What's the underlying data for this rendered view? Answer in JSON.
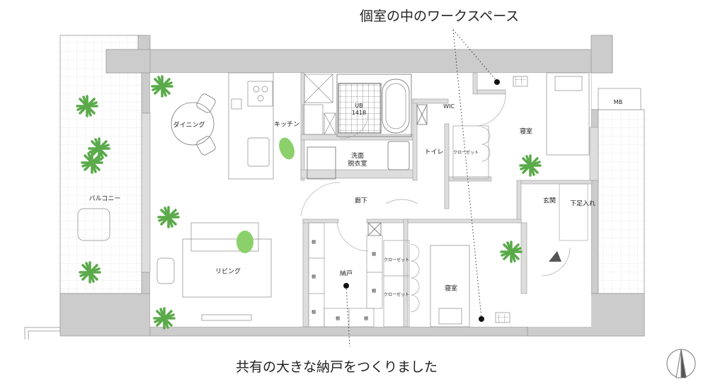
{
  "captions": {
    "top": "個室の中のワークスペース",
    "bottom": "共有の大きな納戸をつくりました"
  },
  "rooms": {
    "dining": "ダイニング",
    "kitchen": "キッチン",
    "ub": "UB\n1418",
    "washroom": "洗面\n脱衣室",
    "toilet": "トイレ",
    "wic": "WIC",
    "bedroom1": "寝室",
    "closet1": "クローゼット",
    "mb": "MB",
    "balcony": "バルコニー",
    "hallway": "廊下",
    "entrance": "玄関",
    "shoe_storage": "下足入れ",
    "living": "リビング",
    "storage": "納戸",
    "closet2a": "クローゼット",
    "closet2b": "クローゼット",
    "bedroom2": "寝室",
    "shelf": "棚"
  },
  "colors": {
    "wall": "#cccccc",
    "plant": "#5aaa4a",
    "line": "#888888"
  }
}
